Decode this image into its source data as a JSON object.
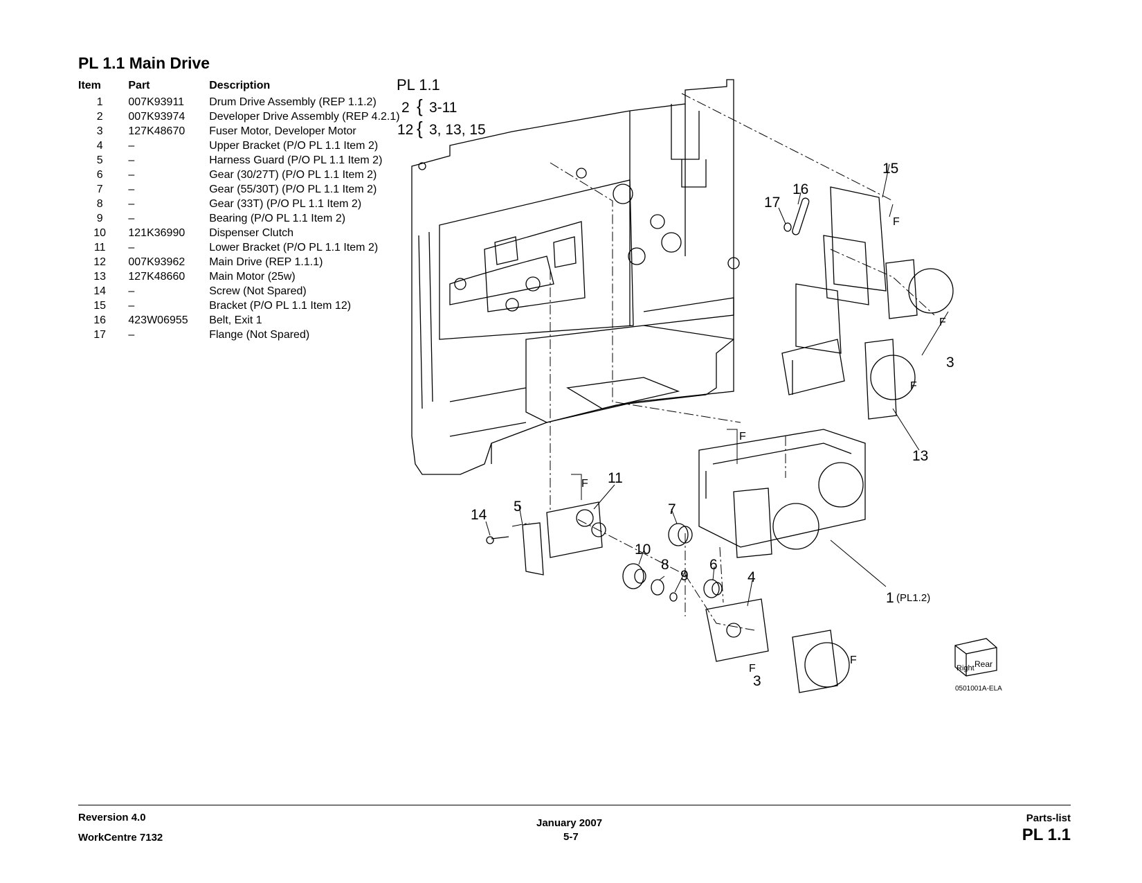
{
  "page": {
    "title": "PL 1.1 Main Drive"
  },
  "table": {
    "headers": {
      "item": "Item",
      "part": "Part",
      "description": "Description"
    },
    "rows": [
      {
        "item": "1",
        "part": "007K93911",
        "description": "Drum Drive Assembly (REP 1.1.2)"
      },
      {
        "item": "2",
        "part": "007K93974",
        "description": "Developer Drive Assembly (REP 4.2.1)"
      },
      {
        "item": "3",
        "part": "127K48670",
        "description": "Fuser Motor, Developer Motor"
      },
      {
        "item": "4",
        "part": "–",
        "description": "Upper Bracket (P/O PL 1.1 Item 2)"
      },
      {
        "item": "5",
        "part": "–",
        "description": "Harness Guard (P/O PL 1.1 Item 2)"
      },
      {
        "item": "6",
        "part": "–",
        "description": "Gear (30/27T) (P/O PL 1.1 Item 2)"
      },
      {
        "item": "7",
        "part": "–",
        "description": "Gear (55/30T) (P/O PL 1.1 Item 2)"
      },
      {
        "item": "8",
        "part": "–",
        "description": "Gear (33T) (P/O PL 1.1 Item 2)"
      },
      {
        "item": "9",
        "part": "–",
        "description": "Bearing (P/O PL 1.1 Item 2)"
      },
      {
        "item": "10",
        "part": "121K36990",
        "description": "Dispenser Clutch"
      },
      {
        "item": "11",
        "part": "–",
        "description": "Lower Bracket (P/O PL 1.1 Item 2)"
      },
      {
        "item": "12",
        "part": "007K93962",
        "description": "Main Drive (REP 1.1.1)"
      },
      {
        "item": "13",
        "part": "127K48660",
        "description": "Main Motor (25w)"
      },
      {
        "item": "14",
        "part": "–",
        "description": "Screw (Not Spared)"
      },
      {
        "item": "15",
        "part": "–",
        "description": "Bracket (P/O PL 1.1 Item 12)"
      },
      {
        "item": "16",
        "part": "423W06955",
        "description": "Belt, Exit 1"
      },
      {
        "item": "17",
        "part": "–",
        "description": "Flange (Not Spared)"
      }
    ]
  },
  "figure": {
    "plate": "PL 1.1",
    "group_line1_num": "2",
    "group_line1_items": "3-11",
    "group_line2_num": "12",
    "group_line2_items": "3, 13, 15",
    "callouts": {
      "c1": "1",
      "c1_ref": "(PL1.2)",
      "c3a": "3",
      "c3b": "3",
      "c4": "4",
      "c5": "5",
      "c6": "6",
      "c7": "7",
      "c8": "8",
      "c9": "9",
      "c10": "10",
      "c11": "11",
      "c13": "13",
      "c14": "14",
      "c15": "15",
      "c16": "16",
      "c17": "17"
    },
    "flag": "F",
    "orientation_right": "Right",
    "orientation_rear": "Rear",
    "drawing_id": "0501001A-ELA"
  },
  "footer": {
    "revision": "Reversion 4.0",
    "product": "WorkCentre 7132",
    "date": "January 2007",
    "page_number": "5-7",
    "section": "Parts-list",
    "plate": "PL 1.1"
  }
}
